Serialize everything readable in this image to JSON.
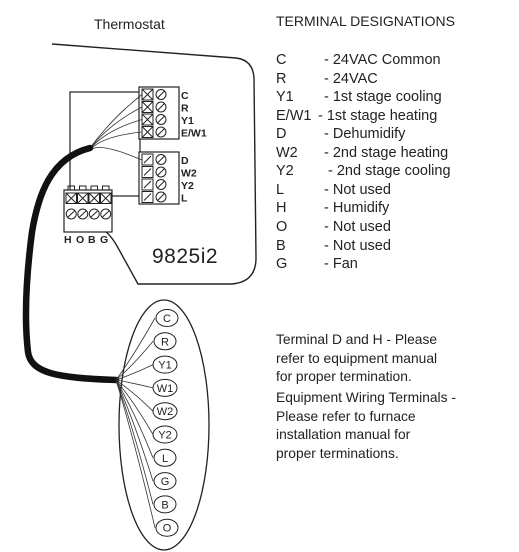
{
  "thermostat": {
    "title": "Thermostat",
    "model": "9825i2",
    "upper_terminals": [
      "C",
      "R",
      "Y1",
      "E/W1"
    ],
    "lower_terminals": [
      "D",
      "W2",
      "Y2",
      "L"
    ],
    "bottom_terminals": [
      "H",
      "O",
      "B",
      "G"
    ]
  },
  "equipment": {
    "terminals": [
      "C",
      "R",
      "Y1",
      "W1",
      "W2",
      "Y2",
      "L",
      "G",
      "B",
      "O"
    ]
  },
  "designations": {
    "title": "TERMINAL DESIGNATIONS",
    "rows": [
      {
        "code": "C",
        "desc": "-  24VAC Common"
      },
      {
        "code": "R",
        "desc": "-  24VAC"
      },
      {
        "code": "Y1",
        "desc": "-  1st stage cooling"
      },
      {
        "code": "E/W1",
        "desc": "-  1st stage heating"
      },
      {
        "code": "D",
        "desc": "-  Dehumidify"
      },
      {
        "code": "W2",
        "desc": "-  2nd stage heating"
      },
      {
        "code": "Y2",
        "desc": "-  2nd stage cooling"
      },
      {
        "code": "L",
        "desc": "-  Not used"
      },
      {
        "code": "H",
        "desc": "-  Humidify"
      },
      {
        "code": "O",
        "desc": "-  Not used"
      },
      {
        "code": "B",
        "desc": "-  Not used"
      },
      {
        "code": "G",
        "desc": "-  Fan"
      }
    ]
  },
  "notes": {
    "note1": [
      "Terminal D and H - Please",
      "refer to equipment manual",
      "for proper termination."
    ],
    "note2": [
      "Equipment Wiring Terminals -",
      "Please refer to furnace",
      "installation manual for",
      "proper terminations."
    ]
  }
}
